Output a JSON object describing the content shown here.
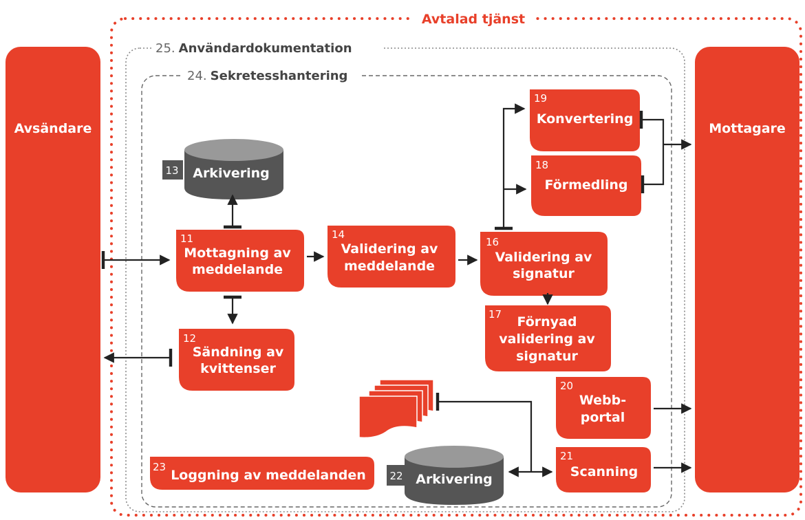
{
  "colors": {
    "accent": "#e8402a",
    "dark": "#555555",
    "cylinder_top": "#999999",
    "frame_dotted": "#e8402a",
    "frame_gray": "#888888"
  },
  "outer": {
    "title": "Avtalad tjänst"
  },
  "frame25": {
    "number": "25.",
    "label": "Användardokumentation"
  },
  "frame24": {
    "number": "24.",
    "label": "Sekretesshantering"
  },
  "sender": {
    "label": "Avsändare"
  },
  "receiver": {
    "label": "Mottagare"
  },
  "nodes": {
    "n11": {
      "number": "11",
      "line1": "Mottagning av",
      "line2": "meddelande"
    },
    "n12": {
      "number": "12",
      "line1": "Sändning av",
      "line2": "kvittenser"
    },
    "n13": {
      "number": "13",
      "label": "Arkivering"
    },
    "n14": {
      "number": "14",
      "line1": "Validering av",
      "line2": "meddelande"
    },
    "n16": {
      "number": "16",
      "line1": "Validering av",
      "line2": "signatur"
    },
    "n17": {
      "number": "17",
      "line1": "Förnyad",
      "line2": "validering av",
      "line3": "signatur"
    },
    "n18": {
      "number": "18",
      "label": "Förmedling"
    },
    "n19": {
      "number": "19",
      "label": "Konvertering"
    },
    "n20": {
      "number": "20",
      "line1": "Webb-",
      "line2": "portal"
    },
    "n21": {
      "number": "21",
      "label": "Scanning"
    },
    "n22": {
      "number": "22",
      "label": "Arkivering"
    },
    "n23": {
      "number": "23",
      "label": "Loggning av meddelanden"
    }
  }
}
